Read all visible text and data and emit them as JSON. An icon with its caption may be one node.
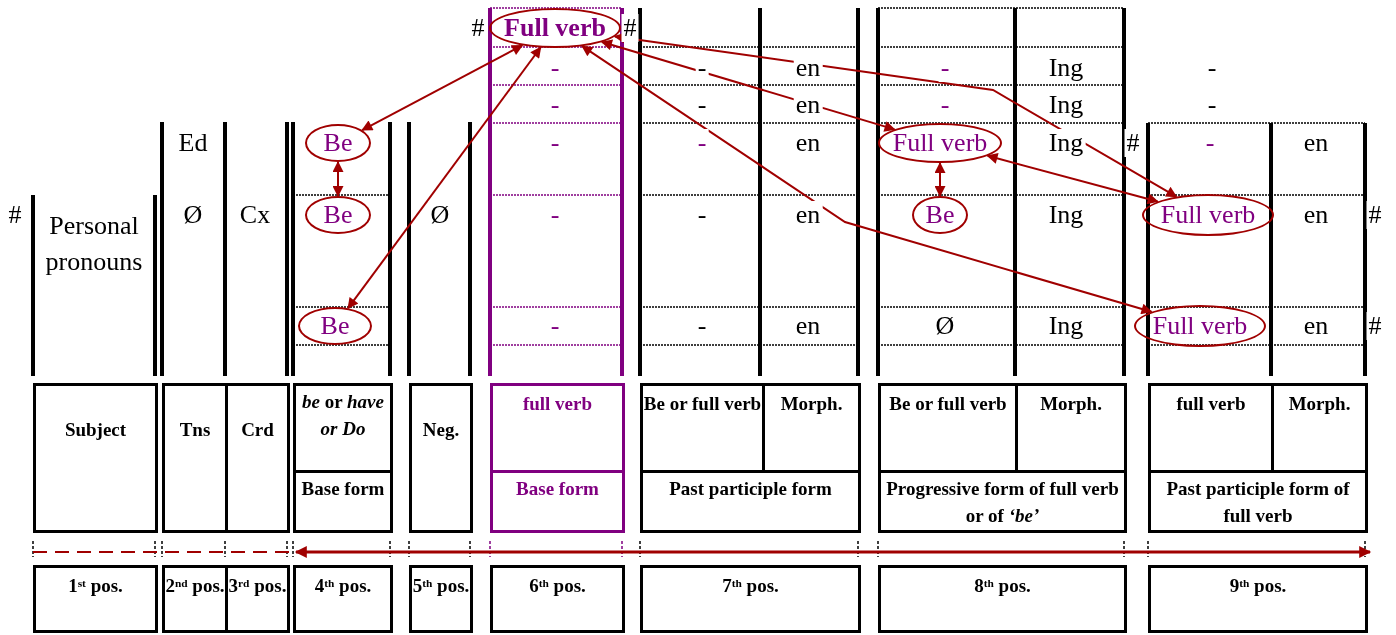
{
  "diagram": {
    "nodes": [
      {
        "text": [
          "Full verb"
        ]
      },
      {
        "text": [
          "Be"
        ]
      },
      {
        "text": [
          "Be"
        ]
      },
      {
        "text": [
          "Be"
        ]
      },
      {
        "text": [
          "Full verb"
        ]
      },
      {
        "text": [
          "Be"
        ]
      },
      {
        "text": [
          "Full verb"
        ]
      },
      {
        "text": [
          "Full verb"
        ]
      }
    ],
    "edges": [
      {
        "from": 0,
        "to": 1,
        "arrow": "both"
      },
      {
        "from": 0,
        "to": 3,
        "arrow": "both"
      },
      {
        "from": 1,
        "to": 2,
        "arrow": "both"
      },
      {
        "from": 0,
        "to": 4,
        "arrow": "both"
      },
      {
        "from": 0,
        "to": 6,
        "arrow": "both"
      },
      {
        "from": 0,
        "to": 7,
        "arrow": "both"
      },
      {
        "from": 4,
        "to": 5,
        "arrow": "both"
      },
      {
        "from": 4,
        "to": 6,
        "arrow": "both"
      }
    ],
    "labels": [
      "#",
      "#",
      "-",
      "-",
      "en",
      "-",
      "Ing",
      "-",
      "-",
      "-",
      "en",
      "-",
      "Ing",
      "-",
      "Ed",
      "-",
      "-",
      "en",
      "Ing",
      "#",
      "-",
      "en",
      "#",
      "Personal pronouns",
      "Ø",
      "Cx",
      "Ø",
      "-",
      "-",
      "en",
      "Ing",
      "en",
      "#",
      "-",
      "-",
      "en",
      "Ø",
      "Ing",
      "en",
      "#",
      "Subject",
      "Tns",
      "Crd",
      "*be* or *have or Do*",
      "Neg.",
      "full verb",
      "Be or full verb",
      "Morph.",
      "Be or full verb",
      "Morph.",
      "full verb",
      "Morph.",
      "Base form",
      "Base form",
      "Past participle form",
      "Progressive form of full verb or of *‘be’*",
      "Past participle form of full verb",
      "1$^{st}$ pos.",
      "2$^{nd}$ pos.",
      "3$^{rd}$ pos.",
      "4$^{th}$ pos.",
      "5$^{th}$ pos.",
      "6$^{th}$ pos.",
      "7$^{th}$ pos.",
      "8$^{th}$ pos.",
      "9$^{th}$ pos."
    ]
  }
}
